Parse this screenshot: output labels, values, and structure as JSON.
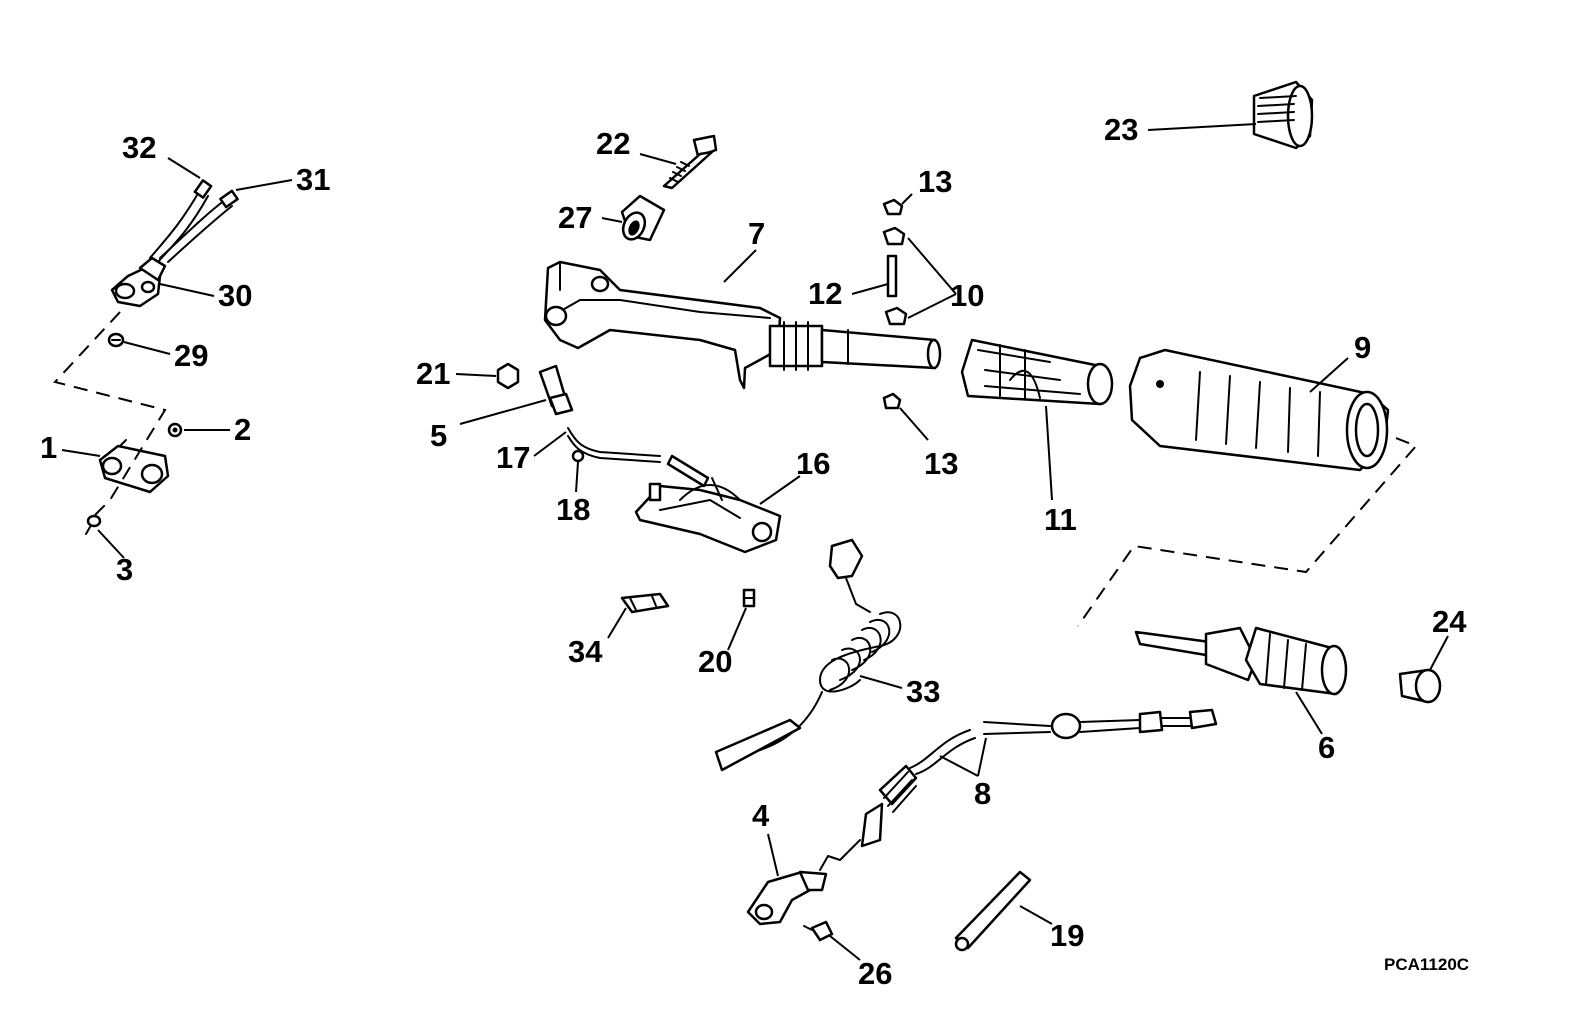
{
  "diagram_code": "PCA1120C",
  "callouts": [
    "1",
    "2",
    "3",
    "4",
    "5",
    "6",
    "7",
    "8",
    "9",
    "10",
    "11",
    "12",
    "13",
    "13",
    "16",
    "17",
    "18",
    "19",
    "20",
    "21",
    "22",
    "23",
    "24",
    "26",
    "27",
    "29",
    "30",
    "31",
    "32",
    "33",
    "34"
  ]
}
